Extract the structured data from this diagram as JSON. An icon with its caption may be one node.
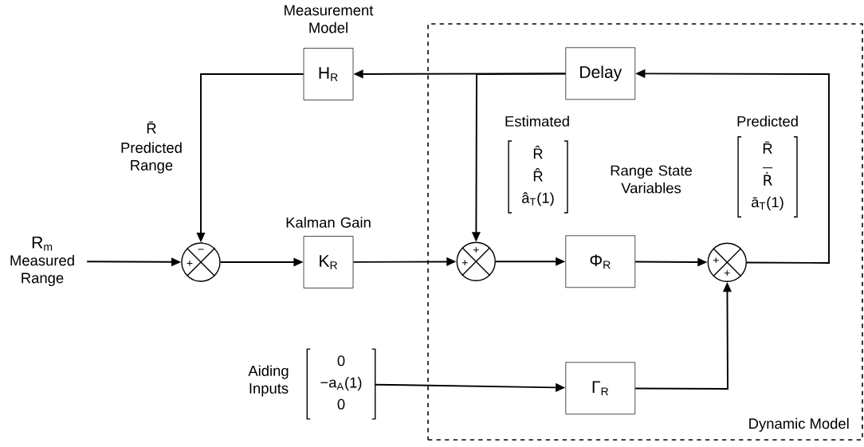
{
  "diagram": {
    "nodes": [
      {
        "text": [
          "Dynamic Model"
        ]
      },
      {
        "text": [
          "R$_{m}$",
          "Measured Range"
        ]
      },
      {
        "text": [
          "+",
          "−"
        ]
      },
      {
        "text": [
          "Measurement Model",
          "H$_{R}$"
        ]
      },
      {
        "text": [
          "Kalman Gain",
          "K$_{R}$"
        ]
      },
      {
        "text": [
          "Delay"
        ],
        "in": 0
      },
      {
        "text": [
          "Φ$_{R}$"
        ],
        "in": 0
      },
      {
        "text": [
          "Γ$_{R}$"
        ],
        "in": 0
      },
      {
        "text": [
          "+",
          "+"
        ],
        "in": 0
      },
      {
        "text": [
          "+",
          "+"
        ],
        "in": 0
      },
      {
        "text": [
          "Aiding Inputs",
          "0",
          "−a$_{A}$(1)",
          "0"
        ]
      }
    ],
    "edges": [
      {
        "from": 1,
        "to": 2,
        "arrow": "to"
      },
      {
        "from": 2,
        "to": 4,
        "arrow": "to"
      },
      {
        "from": 4,
        "to": 8,
        "arrow": "to"
      },
      {
        "from": 8,
        "to": 6,
        "arrow": "to"
      },
      {
        "from": 6,
        "to": 9,
        "arrow": "to"
      },
      {
        "from": 9,
        "to": 5,
        "arrow": "to"
      },
      {
        "from": 5,
        "to": 3,
        "arrow": "to"
      },
      {
        "from": 5,
        "to": 8,
        "arrow": "to"
      },
      {
        "from": 3,
        "to": 2,
        "arrow": "to"
      },
      {
        "from": 10,
        "to": 7,
        "arrow": "to"
      },
      {
        "from": 7,
        "to": 9,
        "arrow": "to"
      }
    ],
    "labels": [
      "R̄",
      "Predicted Range",
      "Estimated",
      "R̂",
      "R̂",
      "â$_{T}$(1)",
      "Range State Variables",
      "Predicted",
      "R̄",
      "Ṙ",
      "ā$_{T}$(1)"
    ]
  }
}
